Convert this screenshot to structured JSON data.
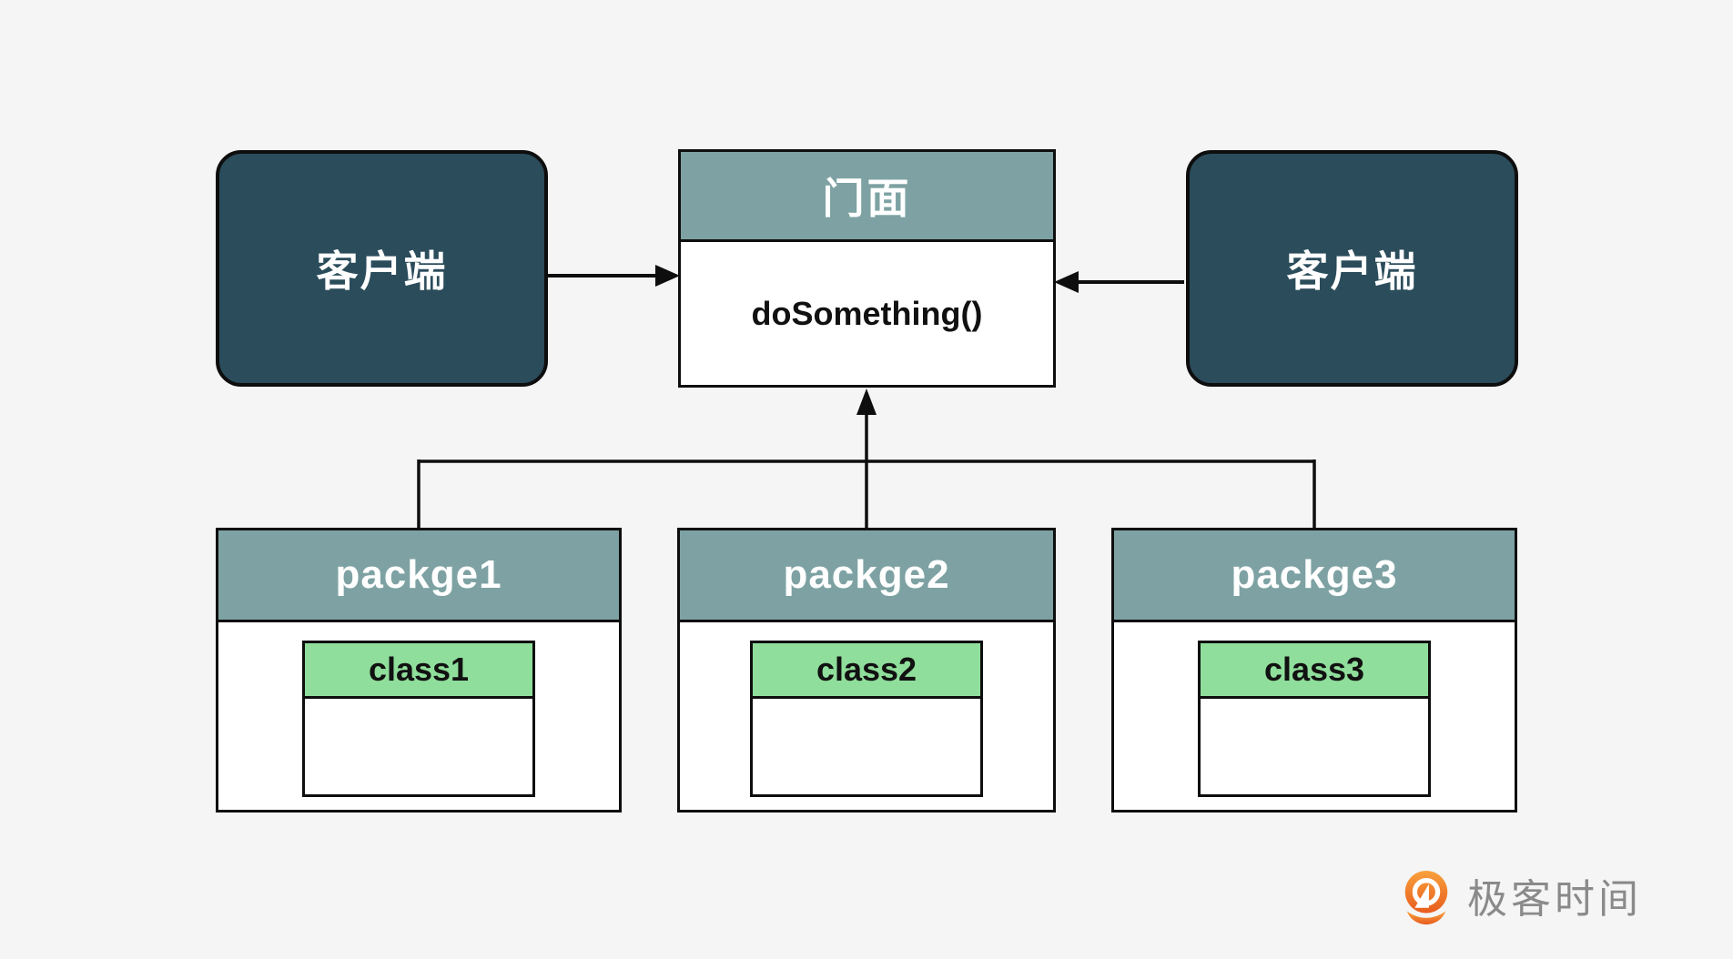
{
  "page": {
    "background": "#F4F5F4"
  },
  "facade": {
    "title": "门面",
    "method": "doSomething()"
  },
  "clients": {
    "left_label": "客户端",
    "right_label": "客户端"
  },
  "packages": [
    {
      "title": "packge1",
      "class_name": "class1"
    },
    {
      "title": "packge2",
      "class_name": "class2"
    },
    {
      "title": "packge3",
      "class_name": "class3"
    }
  ],
  "logo": {
    "text": "极客时间",
    "icon": "geektime-pin-icon",
    "icon_color_top": "#F9A13C",
    "icon_color_bottom": "#E85C1E",
    "text_color": "#8A8A8A"
  },
  "colors": {
    "background": "#F4F5F4",
    "client_box_fill": "#2B4C5B",
    "section_header_fill": "#7EA2A3",
    "class_header_fill": "#8FDE9B",
    "line_and_border": "#0E0E0E",
    "text_on_dark": "#FFFFFF",
    "text_on_light": "#111111"
  }
}
